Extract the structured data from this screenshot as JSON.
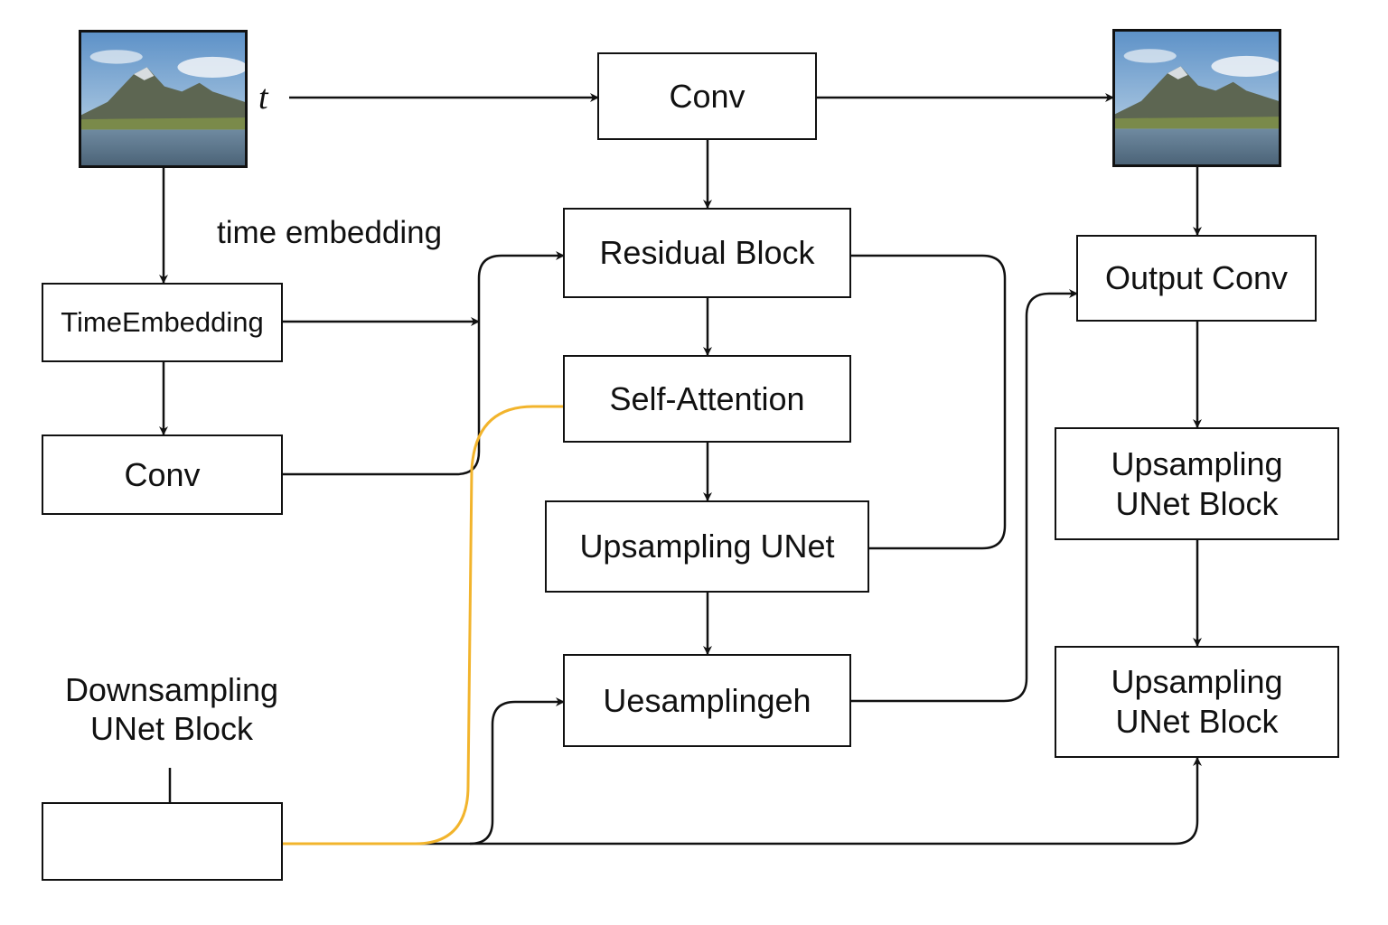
{
  "inputs": {
    "t_symbol": "t",
    "time_embedding_label": "time embedding"
  },
  "left": {
    "time_embedding_box": "TimeEmbedding",
    "conv_box": "Conv",
    "downsampling_label_line1": "Downsampling",
    "downsampling_label_line2": "UNet Block",
    "downsampling_box": ""
  },
  "center": {
    "conv_box": "Conv",
    "residual_block": "Residual Block",
    "self_attention": "Self-Attention",
    "upsampling_unet": "Upsampling UNet",
    "uesamplingeh": "Uesamplingeh"
  },
  "right": {
    "output_conv": "Output Conv",
    "upsampling_block_1_line1": "Upsampling",
    "upsampling_block_1_line2": "UNet Block",
    "upsampling_block_2_line1": "Upsampling",
    "upsampling_block_2_line2": "UNet Block"
  },
  "images": {
    "input": "mountain-lake-photo",
    "output": "mountain-lake-photo"
  },
  "colors": {
    "line": "#111111",
    "skip_connection": "#F2B42C"
  }
}
